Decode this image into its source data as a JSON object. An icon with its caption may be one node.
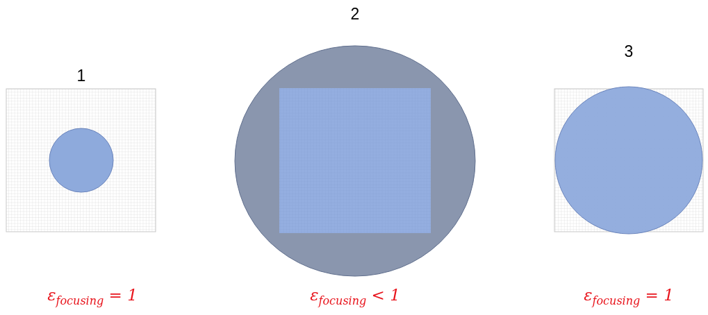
{
  "diagram": {
    "labels": [
      "1",
      "2",
      "3",
      "ε$_{focusing}$ = 1",
      "ε$_{focusing}$ < 1",
      "ε$_{focusing}$ = 1"
    ]
  }
}
